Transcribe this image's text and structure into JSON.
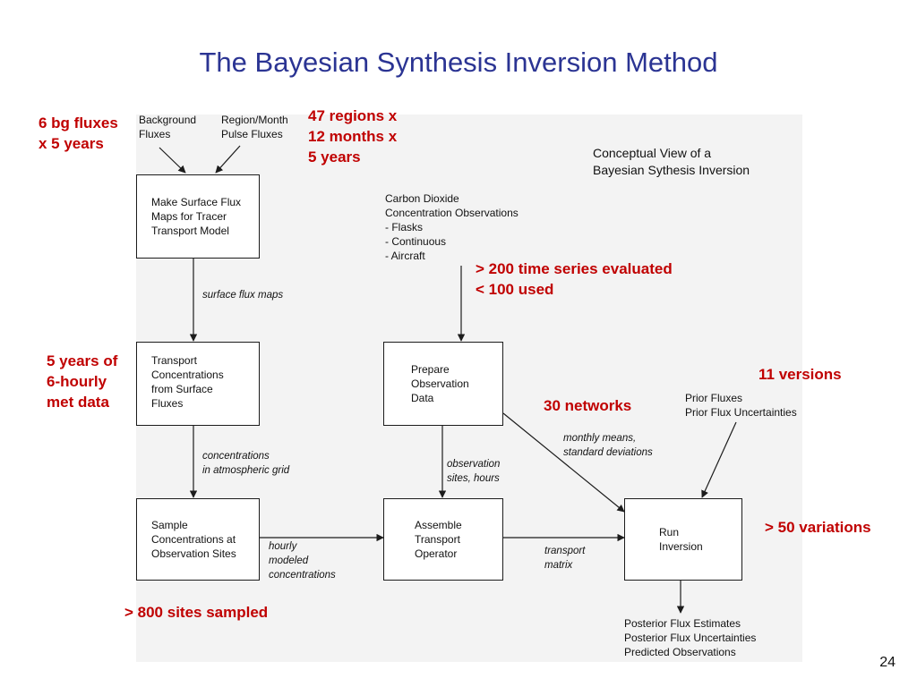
{
  "slide": {
    "title": "The Bayesian Synthesis Inversion Method",
    "page_number": "24"
  },
  "diagram": {
    "heading": [
      "Conceptual View of a",
      "Bayesian Sythesis Inversion"
    ],
    "inputs": {
      "background": [
        "Background",
        "Fluxes"
      ],
      "pulse": [
        "Region/Month",
        "Pulse Fluxes"
      ],
      "co2": [
        "Carbon Dioxide",
        "Concentration Observations",
        "- Flasks",
        "- Continuous",
        "- Aircraft"
      ],
      "prior": [
        "Prior Fluxes",
        "Prior Flux Uncertainties"
      ]
    },
    "boxes": {
      "make_maps": [
        "Make Surface Flux",
        "Maps for Tracer",
        "Transport Model"
      ],
      "transport": [
        "Transport",
        "Concentrations",
        "from Surface",
        "Fluxes"
      ],
      "sample": [
        "Sample",
        "Concentrations at",
        "Observation Sites"
      ],
      "prepare": [
        "Prepare",
        "Observation",
        "Data"
      ],
      "assemble": [
        "Assemble",
        "Transport",
        "Operator"
      ],
      "run": [
        "Run",
        "Inversion"
      ]
    },
    "edge_labels": {
      "surface_flux_maps": [
        "surface flux maps"
      ],
      "concentrations": [
        "concentrations",
        "in atmospheric grid"
      ],
      "hourly": [
        "hourly",
        "modeled",
        "concentrations"
      ],
      "observation_sites": [
        "observation",
        "sites, hours"
      ],
      "monthly_means": [
        "monthly means,",
        "standard deviations"
      ],
      "transport_matrix": [
        "transport",
        "matrix"
      ]
    },
    "outputs": [
      "Posterior Flux Estimates",
      "Posterior Flux Uncertainties",
      "Predicted Observations"
    ]
  },
  "annotations": {
    "bg_fluxes": [
      "6 bg fluxes",
      "x 5 years"
    ],
    "regions": [
      "47 regions x",
      "12 months x",
      "5 years"
    ],
    "time_series": [
      "> 200 time series evaluated",
      "< 100 used"
    ],
    "met_data": [
      "5 years of",
      "6-hourly",
      "met data"
    ],
    "versions": [
      "11 versions"
    ],
    "networks": [
      "30 networks"
    ],
    "variations": [
      "> 50 variations"
    ],
    "sites_sampled": [
      "> 800 sites sampled"
    ]
  },
  "colors": {
    "title": "#2b3493",
    "annotation": "#c00000",
    "panel": "#f3f3f3",
    "line": "#1c1c1c"
  }
}
